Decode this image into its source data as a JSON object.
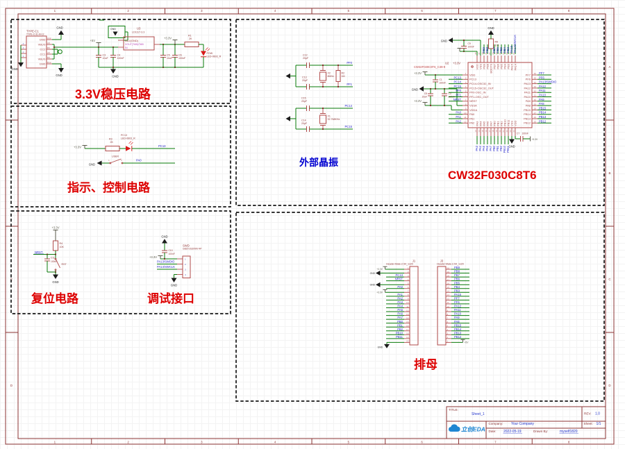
{
  "frame": {
    "zones_h": [
      "1",
      "2",
      "3",
      "4",
      "5",
      "6",
      "7",
      "8"
    ],
    "zones_v": [
      "A",
      "B",
      "C",
      "D"
    ]
  },
  "power": {
    "v33": "+3.3V",
    "v5": "+5V",
    "gnd": "GND"
  },
  "reg": {
    "title": "3.3V稳压电路",
    "typec_ref": "TYPE-C1",
    "typec_part": "TYPE-C-31-M-12",
    "typec_pins": [
      {
        "name": "GND",
        "num": "A12"
      },
      {
        "name": "VBUS",
        "num": "A9"
      },
      {
        "name": "CC2",
        "num": "B5"
      },
      {
        "name": "CC1",
        "num": "A5"
      },
      {
        "name": "VBUS",
        "num": "B9"
      },
      {
        "name": "GND",
        "num": "B12"
      }
    ],
    "typec_left_nums": [
      "4",
      "3",
      "2",
      "1"
    ],
    "u_ref": "U3",
    "u_part": "LD1117-3.3",
    "u_pin_adj": "ADJ(GND)",
    "u_pin_out": "VOUT(TAB)/TAB",
    "u_pin_in": "IN",
    "c3r": "C3",
    "c3v": "10uF",
    "c4r": "C4",
    "c4v": "100nF",
    "c5r": "C5",
    "c5v": "10uF",
    "c6r": "C6",
    "c6v": "100nF",
    "r1r": "R1",
    "r1v": "2K",
    "led_ref": "POW",
    "led_part": "LED-0603_R"
  },
  "ctl": {
    "title": "指示、控制电路",
    "r3r": "R3",
    "r3v": "2K",
    "led_ref": "PC13",
    "led_part": "LED-0603_R",
    "net_led": "PC13",
    "sw": "USER",
    "p1": "1",
    "p2": "2",
    "net_sw": "PA0"
  },
  "rst": {
    "title": "复位电路",
    "r4r": "R4",
    "r4v": "10K",
    "c11r": "C11",
    "c11v": "100nF",
    "sw": "RST",
    "net": "NRST"
  },
  "dbg": {
    "title": "调试接口",
    "ref": "SWD",
    "part": "GB20-3S20WV-4P",
    "c10r": "C10",
    "c10v": "100nF",
    "net1": "PA13/SWDIO",
    "net2": "PA14/SWCLK",
    "pins": [
      "1",
      "2",
      "3",
      "4"
    ]
  },
  "xtal": {
    "title": "外部晶振",
    "c12r": "C12",
    "c12v": "20pF",
    "c13r": "C13",
    "c13v": "20pF",
    "x2r": "X2",
    "x2v": "8MHz",
    "r2r": "R2",
    "r2v": "1M",
    "neta": "PF0",
    "netb": "PF1",
    "c15r": "C15",
    "c15v": "20pF",
    "c14r": "C14",
    "c14v": "20pF",
    "x1r": "X1",
    "x1v": "32.768KHz",
    "netc": "PC14",
    "netd": "PC15"
  },
  "mcu": {
    "title": "CW32F030C8T6",
    "ref": "U2",
    "part": "CW32F030C8T6_C39-9",
    "r5r": "R5",
    "r5v": "10K",
    "c9r": "C9",
    "c9v": "100nF",
    "c1r": "C1",
    "c1v": "100nF",
    "c8r": "C8",
    "c8v": "10uF",
    "c2r": "C2",
    "c2v": "100nF",
    "c7r": "C7",
    "c7v": "100nF",
    "left": [
      {
        "p": "1",
        "n": "VDD",
        "t": ""
      },
      {
        "p": "2",
        "n": "PC13",
        "t": "PC13"
      },
      {
        "p": "3",
        "n": "PC14-OSC32_IN",
        "t": "PC14"
      },
      {
        "p": "4",
        "n": "PC15-OSC32_OUT",
        "t": "PC15"
      },
      {
        "p": "5",
        "n": "PF0-OSC_IN",
        "t": "PF0"
      },
      {
        "p": "6",
        "n": "PF1-OSC_OUT",
        "t": "PF1"
      },
      {
        "p": "7",
        "n": "NRST",
        "t": "NRST"
      },
      {
        "p": "8",
        "n": "VSSA",
        "t": ""
      },
      {
        "p": "9",
        "n": "VDDA",
        "t": ""
      },
      {
        "p": "10",
        "n": "PA0",
        "t": "PA0"
      },
      {
        "p": "11",
        "n": "PA1",
        "t": "PA1"
      },
      {
        "p": "12",
        "n": "PA2",
        "t": "PA2"
      }
    ],
    "bottom": [
      {
        "p": "13",
        "n": "PA3",
        "t": "PA3"
      },
      {
        "p": "14",
        "n": "PA4",
        "t": "PA4"
      },
      {
        "p": "15",
        "n": "PA5",
        "t": "PA5"
      },
      {
        "p": "16",
        "n": "PA6",
        "t": "PA6"
      },
      {
        "p": "17",
        "n": "PA7",
        "t": "PA7"
      },
      {
        "p": "18",
        "n": "PB0",
        "t": "PB0"
      },
      {
        "p": "19",
        "n": "PB1",
        "t": "PB1"
      },
      {
        "p": "20",
        "n": "PB2",
        "t": "PB2"
      },
      {
        "p": "21",
        "n": "PB10",
        "t": "PB10"
      },
      {
        "p": "22",
        "n": "PB11",
        "t": "PB11"
      },
      {
        "p": "23",
        "n": "VSS",
        "t": ""
      },
      {
        "p": "24",
        "n": "VDD",
        "t": ""
      }
    ],
    "right": [
      {
        "p": "36",
        "n": "PF7",
        "t": "PF7"
      },
      {
        "p": "35",
        "n": "PF6",
        "t": "PF6"
      },
      {
        "p": "34",
        "n": "PA13",
        "t": "PA13/SWDIO"
      },
      {
        "p": "33",
        "n": "PA12",
        "t": "PA12"
      },
      {
        "p": "32",
        "n": "PA11",
        "t": "PA11"
      },
      {
        "p": "31",
        "n": "PA10",
        "t": "PA10"
      },
      {
        "p": "30",
        "n": "PA9",
        "t": "PA9"
      },
      {
        "p": "29",
        "n": "PA8",
        "t": "PA8"
      },
      {
        "p": "28",
        "n": "PB15",
        "t": "PB15"
      },
      {
        "p": "27",
        "n": "PB14",
        "t": "PB14"
      },
      {
        "p": "26",
        "n": "PB13",
        "t": "PB13"
      },
      {
        "p": "25",
        "n": "PB12",
        "t": "PB12"
      }
    ],
    "top": [
      {
        "p": "48",
        "n": "VDD",
        "t": ""
      },
      {
        "p": "47",
        "n": "VSS",
        "t": ""
      },
      {
        "p": "46",
        "n": "PB9",
        "t": "PB9"
      },
      {
        "p": "45",
        "n": "PB8",
        "t": "PB8"
      },
      {
        "p": "44",
        "n": "BOOT0",
        "t": ""
      },
      {
        "p": "43",
        "n": "PB7",
        "t": "PB7"
      },
      {
        "p": "42",
        "n": "PB6",
        "t": "PB6"
      },
      {
        "p": "41",
        "n": "PB5",
        "t": "PB5"
      },
      {
        "p": "40",
        "n": "PB4",
        "t": "PB4"
      },
      {
        "p": "39",
        "n": "PB3",
        "t": "PB3"
      },
      {
        "p": "38",
        "n": "PA15",
        "t": "PA15"
      },
      {
        "p": "37",
        "n": "PA14",
        "t": "PA14/SWCLK"
      }
    ]
  },
  "hdr": {
    "title": "排母",
    "j1_ref": "J1",
    "j1_part": "Header-Male-2.54_1x20",
    "j1_nets": [
      "+3.3V",
      "GND",
      "PC13",
      "NRST",
      "GND",
      "PA0",
      "+3.3V",
      "PA1",
      "PA2",
      "PA3",
      "PA4",
      "PA5",
      "PA6",
      "PA7",
      "PB0",
      "PB1",
      "PB2",
      "PB10",
      "PB11",
      "GND"
    ],
    "j3_ref": "J3",
    "j3_part": "Header-Male-2.54_1x20",
    "j3_nets": [
      "PB9",
      "PB8",
      "PB7",
      "PB6",
      "PB5",
      "PB4",
      "PB3",
      "PA15",
      "PF7",
      "PF6",
      "PA12",
      "PA11",
      "PA10",
      "PA9",
      "PA8",
      "PB15",
      "PB14",
      "PB13",
      "PB12",
      "+5V"
    ]
  },
  "tb": {
    "title_label": "TITLE:",
    "title": "Sheet_1",
    "rev_label": "REV:",
    "rev": "1.0",
    "company_label": "Company:",
    "company": "Your Company",
    "sheet_label": "Sheet:",
    "sheet": "1/1",
    "date_label": "Date:",
    "date": "2022-05-19",
    "drawn_label": "Drawn By:",
    "drawn_by": "myself1820",
    "logo": "立创EDA"
  }
}
